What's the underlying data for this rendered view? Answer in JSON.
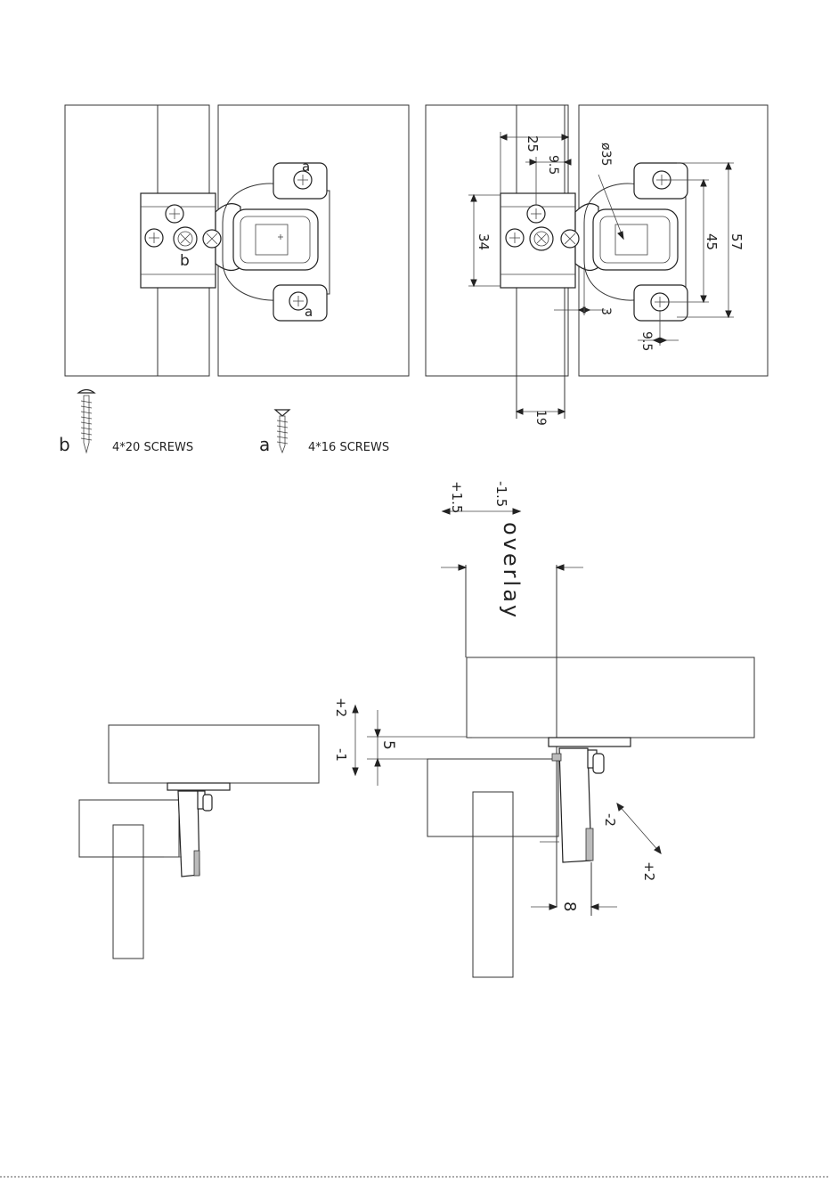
{
  "labels": {
    "screw_a": "a",
    "screw_b": "b"
  },
  "dimensions": {
    "d25": "25",
    "d9_5_top": "9.5",
    "d35": "ø35",
    "d34": "34",
    "d45": "45",
    "d57": "57",
    "d3": "3",
    "d9_5_bottom": "9.5",
    "d19": "19"
  },
  "screws": {
    "b_letter": "b",
    "b_text": "4*20 SCREWS",
    "a_letter": "a",
    "a_text": "4*16 SCREWS"
  },
  "adjustments": {
    "plus_1_5": "+1.5",
    "minus_1_5": "-1.5",
    "overlay": "overlay",
    "plus_2_left": "+2",
    "d5": "5",
    "minus_1": "-1",
    "minus_2": "-2",
    "plus_2_right": "+2",
    "d8": "8"
  },
  "colors": {
    "line": "#333333",
    "background": "#ffffff"
  }
}
